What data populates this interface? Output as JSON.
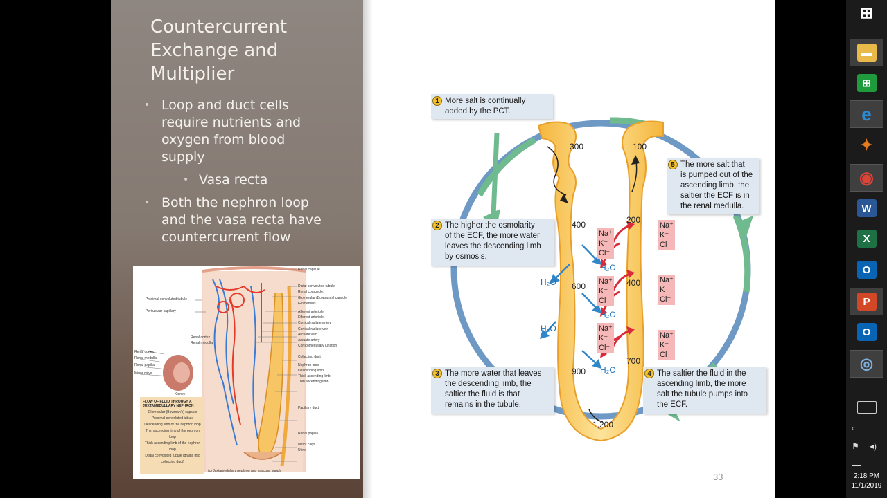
{
  "slide": {
    "title": "Countercurrent\nExchange and\nMultiplier",
    "bullets": [
      {
        "text": "Loop and duct cells\nrequire nutrients and\noxygen from blood\nsupply",
        "level": 1
      },
      {
        "text": "Vasa recta",
        "level": 2
      },
      {
        "text": "Both the nephron loop\nand the vasa recta have\ncountercurrent flow",
        "level": 1
      }
    ],
    "slide_number": "33",
    "bullet_glyph": "•"
  },
  "nephron_figure": {
    "labels_right": [
      "Renal capsule",
      "Distal convoluted tubule",
      "Renal corpuscle:",
      "Glomerular (Bowman's) capsule",
      "Glomerulus",
      "Afferent arteriole",
      "Efferent arteriole",
      "Cortical radiate artery",
      "Cortical radiate vein",
      "Arcuate vein",
      "Arcuate artery",
      "Corticomedullary junction",
      "Collecting duct",
      "Nephron loop:",
      "Descending limb",
      "Thick ascending limb",
      "Thin ascending limb",
      "Papillary duct",
      "Renal papilla",
      "Minor calyx",
      "Urine"
    ],
    "labels_left": [
      "Proximal convoluted tubule",
      "Peritubular capillary",
      "Renal cortex",
      "Renal medulla",
      "Renal cortex",
      "Renal medulla",
      "Renal papilla",
      "Minor calyx",
      "Kidney"
    ],
    "flow_title": "FLOW OF FLUID THROUGH A JUXTAMEDULLARY NEPHRON",
    "flow_steps": [
      "Glomerular (Bowman's) capsule",
      "Proximal convoluted tubule",
      "Descending limb of the nephron loop",
      "Thin ascending limb of the nephron loop",
      "Thick ascending limb of the nephron loop",
      "Distal convoluted tubule (drains into collecting duct)"
    ],
    "caption": "(c) Juxtamedullary nephron and vascular supply"
  },
  "diagram": {
    "callouts": [
      {
        "num": "1",
        "text": "More salt is continually\nadded by the PCT."
      },
      {
        "num": "2",
        "text": "The higher the osmolarity\nof the ECF, the more water\nleaves the descending limb\nby osmosis."
      },
      {
        "num": "3",
        "text": "The more water that leaves\nthe descending limb, the\nsaltier the fluid is that\nremains in the tubule."
      },
      {
        "num": "4",
        "text": "The saltier the fluid in the\nascending limb, the more\nsalt the tubule pumps into\nthe ECF."
      },
      {
        "num": "5",
        "text": "The more salt that\nis pumped out of the\nascending limb, the\nsaltier the ECF is in\nthe renal medulla."
      }
    ],
    "osmolarity": [
      "300",
      "400",
      "600",
      "900",
      "1,200",
      "100",
      "200",
      "400",
      "700"
    ],
    "water_label": "H₂O",
    "ions": "Na⁺\nK⁺\nCl⁻"
  },
  "taskbar": {
    "apps": [
      {
        "name": "windows-start",
        "glyph": "⊞",
        "color": "#1b1b1b"
      },
      {
        "name": "file-explorer",
        "glyph": "▬",
        "color": "#e9b949"
      },
      {
        "name": "store",
        "glyph": "⊞",
        "color": "#1f9b3e"
      },
      {
        "name": "internet-explorer",
        "glyph": "e",
        "color": "#2a8ad4"
      },
      {
        "name": "paint",
        "glyph": "✦",
        "color": "#e87a1e"
      },
      {
        "name": "chrome",
        "glyph": "◉",
        "color": "#db4437"
      },
      {
        "name": "word",
        "glyph": "W",
        "color": "#2b5797"
      },
      {
        "name": "excel",
        "glyph": "X",
        "color": "#1e7145"
      },
      {
        "name": "outlook",
        "glyph": "O",
        "color": "#0a64b4"
      },
      {
        "name": "powerpoint",
        "glyph": "P",
        "color": "#d24726"
      },
      {
        "name": "outlook-2",
        "glyph": "O",
        "color": "#0a64b4"
      },
      {
        "name": "recorder",
        "glyph": "◎",
        "color": "#3f3f3f"
      }
    ],
    "time": "2:18 PM",
    "date": "11/1/2019"
  }
}
